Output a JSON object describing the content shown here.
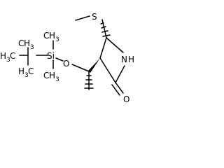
{
  "molecule": {
    "atoms": {
      "s_label": "S",
      "n_label": "N",
      "h_on_n": "H",
      "o_carbonyl": "O",
      "o_ether": "O",
      "si_label": "Si",
      "methyl_c": "C",
      "methyl_h": "H",
      "methyl_3": "3"
    }
  }
}
